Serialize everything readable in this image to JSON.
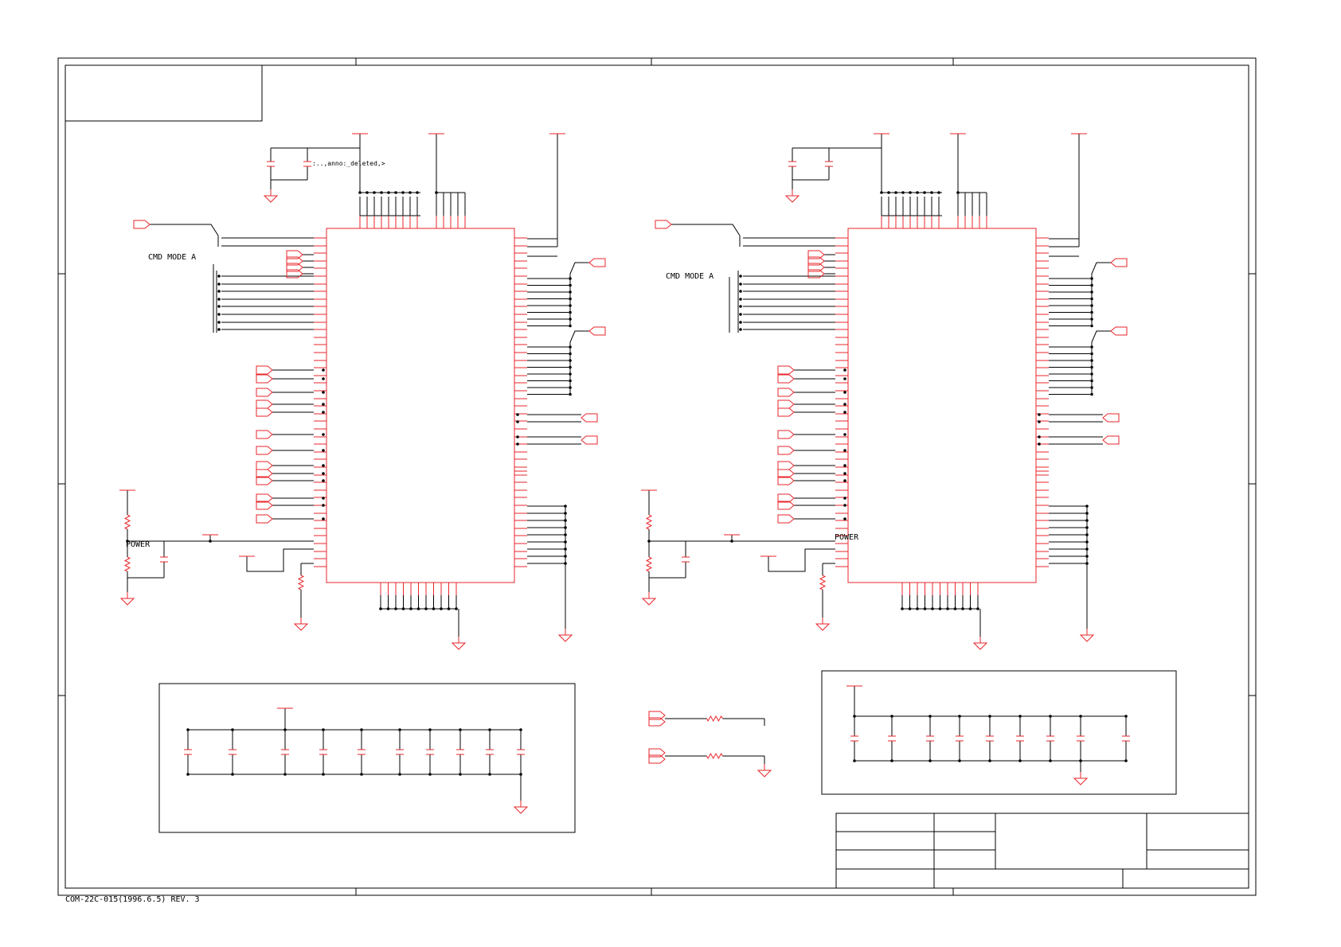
{
  "colors": {
    "wire": "#000000",
    "part": "#e8262b",
    "frame": "#000000",
    "background": "#ffffff"
  },
  "labels": {
    "cmd_mode_left": "CMD MODE A",
    "cmd_mode_right": "CMD MODE A",
    "power_left": "POWER",
    "power_right": "POWER",
    "annotation": ":..,anno:_deleted,>"
  },
  "footer": {
    "document_code": "COM-22C-015(1996.6.5) REV. 3"
  },
  "title_block": {
    "cells": []
  }
}
